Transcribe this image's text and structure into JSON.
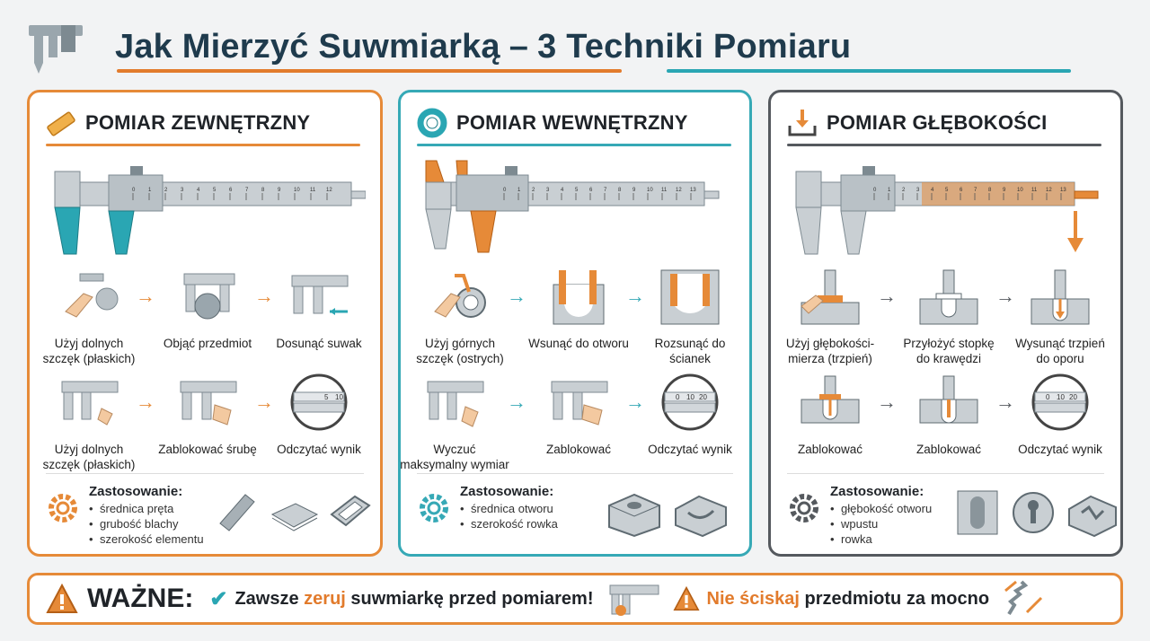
{
  "title": {
    "part1": "Jak Mierzyć Suwmiarką",
    "dash": "–",
    "part2": "3 Techniki Pomiaru"
  },
  "colors": {
    "orange": "#e68a38",
    "teal": "#36a9b6",
    "dark": "#55595e",
    "navy": "#1f3b4d"
  },
  "panels": [
    {
      "title": "POMIAR ZEWNĘTRZNY",
      "icon": "ruler-icon",
      "scale_labels": [
        "0",
        "1",
        "2",
        "3",
        "4",
        "5",
        "6",
        "7",
        "8",
        "9",
        "10",
        "11",
        "12"
      ],
      "steps": [
        {
          "caption": "Użyj dolnych szczęk (płaskich)"
        },
        {
          "caption": "Objąć przedmiot"
        },
        {
          "caption": "Dosunąć suwak"
        },
        {
          "caption": "Użyj dolnych szczęk (płaskich)"
        },
        {
          "caption": "Zablokować śrubę"
        },
        {
          "caption": "Odczytać wynik"
        }
      ],
      "application_title": "Zastosowanie:",
      "applications": [
        "średnica pręta",
        "grubość blachy",
        "szerokość elementu"
      ]
    },
    {
      "title": "POMIAR WEWNĘTRZNY",
      "icon": "ring-icon",
      "scale_labels": [
        "0",
        "1",
        "2",
        "3",
        "4",
        "5",
        "6",
        "7",
        "8",
        "9",
        "10",
        "11",
        "12",
        "13"
      ],
      "steps": [
        {
          "caption": "Użyj górnych szczęk (ostrych)"
        },
        {
          "caption": "Wsunąć do otworu"
        },
        {
          "caption": "Rozsunąć do ścianek"
        },
        {
          "caption": "Wyczuć maksymalny wymiar"
        },
        {
          "caption": "Zablokować"
        },
        {
          "caption": "Odczytać wynik"
        }
      ],
      "application_title": "Zastosowanie:",
      "applications": [
        "średnica otworu",
        "szerokość rowka"
      ]
    },
    {
      "title": "POMIAR GŁĘBOKOŚCI",
      "icon": "depth-icon",
      "scale_labels": [
        "0",
        "1",
        "2",
        "3",
        "4",
        "5",
        "6",
        "7",
        "8",
        "9",
        "10",
        "11",
        "12",
        "13"
      ],
      "steps": [
        {
          "caption": "Użyj głębokości-mierza (trzpień)"
        },
        {
          "caption": "Przyłożyć stopkę do krawędzi"
        },
        {
          "caption": "Wysunąć trzpień do oporu"
        },
        {
          "caption": "Zablokować"
        },
        {
          "caption": "Zablokować"
        },
        {
          "caption": "Odczytać wynik"
        }
      ],
      "application_title": "Zastosowanie:",
      "applications": [
        "głębokość otworu",
        "wpustu",
        "rowka"
      ]
    }
  ],
  "gauge_labels": [
    "0",
    "10",
    "20"
  ],
  "gauge_small": [
    "5",
    "10"
  ],
  "warning": {
    "label": "WAŻNE:",
    "msg1_a": "Zawsze",
    "msg1_hl": "zeruj",
    "msg1_b": "suwmiarkę przed pomiarem!",
    "msg2_hl": "Nie ściskaj",
    "msg2_b": "przedmiotu za mocno"
  }
}
